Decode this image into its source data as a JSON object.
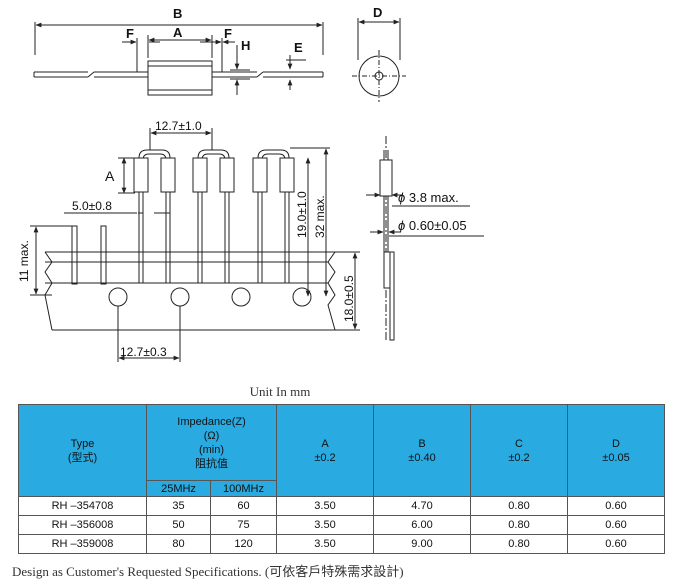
{
  "drawing": {
    "top_labels": {
      "B": "B",
      "A": "A",
      "F_left": "F",
      "F_right": "F",
      "H": "H",
      "E": "E",
      "D": "D"
    },
    "tape_labels": {
      "pitch_top": "12.7±1.0",
      "A": "A",
      "lead_spacing": "5.0±0.8",
      "height_max": "11 max.",
      "dim_19": "19.0±1.0",
      "dim_32": "32 max.",
      "dim_18": "18.0±0.5",
      "pitch_bottom": "12.7±0.3"
    },
    "side_labels": {
      "body_dia": "3.8 max.",
      "lead_dia": "0.60±0.05",
      "phi": "ϕ"
    }
  },
  "unit_label": "Unit In mm",
  "table": {
    "type_header": "Type",
    "type_header_cn": "(型式)",
    "impedance_header": {
      "line1": "Impedance(Z)",
      "line2": "(Ω)",
      "line3": "(min)",
      "line4": "阻抗值"
    },
    "sub_25": "25MHz",
    "sub_100": "100MHz",
    "col_a": {
      "name": "A",
      "tol": "±0.2"
    },
    "col_b": {
      "name": "B",
      "tol": "±0.40"
    },
    "col_c": {
      "name": "C",
      "tol": "±0.2"
    },
    "col_d": {
      "name": "D",
      "tol": "±0.05"
    },
    "rows": [
      {
        "type": "RH –354708",
        "z25": "35",
        "z100": "60",
        "a": "3.50",
        "b": "4.70",
        "c": "0.80",
        "d": "0.60"
      },
      {
        "type": "RH –356008",
        "z25": "50",
        "z100": "75",
        "a": "3.50",
        "b": "6.00",
        "c": "0.80",
        "d": "0.60"
      },
      {
        "type": "RH –359008",
        "z25": "80",
        "z100": "120",
        "a": "3.50",
        "b": "9.00",
        "c": "0.80",
        "d": "0.60"
      }
    ]
  },
  "footer": "Design as Customer's Requested Specifications. (可依客戶特殊需求設計)",
  "colors": {
    "header_bg": "#29abe2",
    "line": "#222222"
  }
}
